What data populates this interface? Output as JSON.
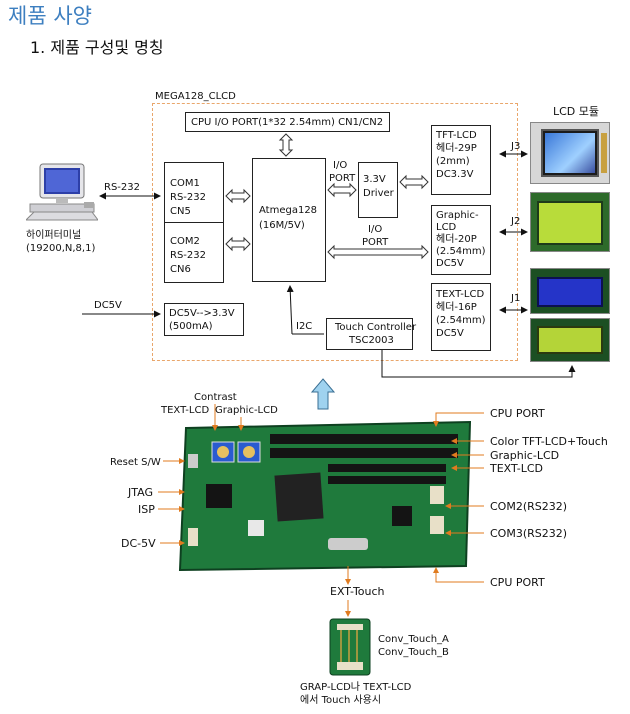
{
  "section_title": "제품 사양",
  "subtitle": "1. 제품 구성및 명칭",
  "block_diagram": {
    "board_name": "MEGA128_CLCD",
    "cpu_io_port": "CPU I/O PORT(1*32 2.54mm) CN1/CN2",
    "pc": {
      "line1": "하이퍼터미널",
      "line2": "(19200,N,8,1)"
    },
    "rs232_label": "RS-232",
    "dc5v_label": "DC5V",
    "com1": {
      "line1": "COM1",
      "line2": "RS-232",
      "line3": "CN5"
    },
    "com2": {
      "line1": "COM2",
      "line2": "RS-232",
      "line3": "CN6"
    },
    "mcu": {
      "line1": "Atmega128",
      "line2": "(16M/5V)"
    },
    "io_port_top": {
      "line1": "I/O",
      "line2": "PORT"
    },
    "io_port_mid": {
      "line1": "I/O",
      "line2": "PORT"
    },
    "driver": {
      "line1": "3.3V",
      "line2": "Driver"
    },
    "tft": {
      "line1": "TFT-LCD",
      "line2": "헤더-29P",
      "line3": "(2mm)",
      "line4": "DC3.3V"
    },
    "graphic": {
      "line1": "Graphic-",
      "line2": "LCD",
      "line3": "헤더-20P",
      "line4": "(2.54mm)",
      "line5": "DC5V"
    },
    "text": {
      "line1": "TEXT-LCD",
      "line2": "헤더-16P",
      "line3": "(2.54mm)",
      "line4": "DC5V"
    },
    "dcdc": {
      "line1": "DC5V-->3.3V",
      "line2": "(500mA)"
    },
    "i2c_label": "I2C",
    "touch": {
      "line1": "Touch Controller",
      "line2": "TSC2003"
    },
    "lcd_module_title": "LCD 모듈",
    "j3": "J3",
    "j2": "J2",
    "j1": "J1"
  },
  "board_photo": {
    "contrast": "Contrast",
    "text_lcd": "TEXT-LCD",
    "graphic_lcd": "Graphic-LCD",
    "reset_sw": "Reset S/W",
    "jtag": "JTAG",
    "isp": "ISP",
    "dc5v": "DC-5V",
    "cpu_port_top": "CPU PORT",
    "color_tft_touch": "Color TFT-LCD+Touch",
    "graphic_lcd_right": "Graphic-LCD",
    "text_lcd_right": "TEXT-LCD",
    "com2": "COM2(RS232)",
    "com3": "COM3(RS232)",
    "cpu_port_bottom": "CPU PORT",
    "ext_touch": "EXT-Touch",
    "conv_touch_a": "Conv_Touch_A",
    "conv_touch_b": "Conv_Touch_B",
    "bottom_note_line1": "GRAP-LCD나 TEXT-LCD",
    "bottom_note_line2": "에서 Touch 사용시"
  },
  "colors": {
    "heading": "#3d7fc0",
    "frame_border": "#e9a66b",
    "pcb_green": "#1f7a3c",
    "arrow_fill": "#9fd2ef",
    "leader_orange": "#e07b1f"
  }
}
